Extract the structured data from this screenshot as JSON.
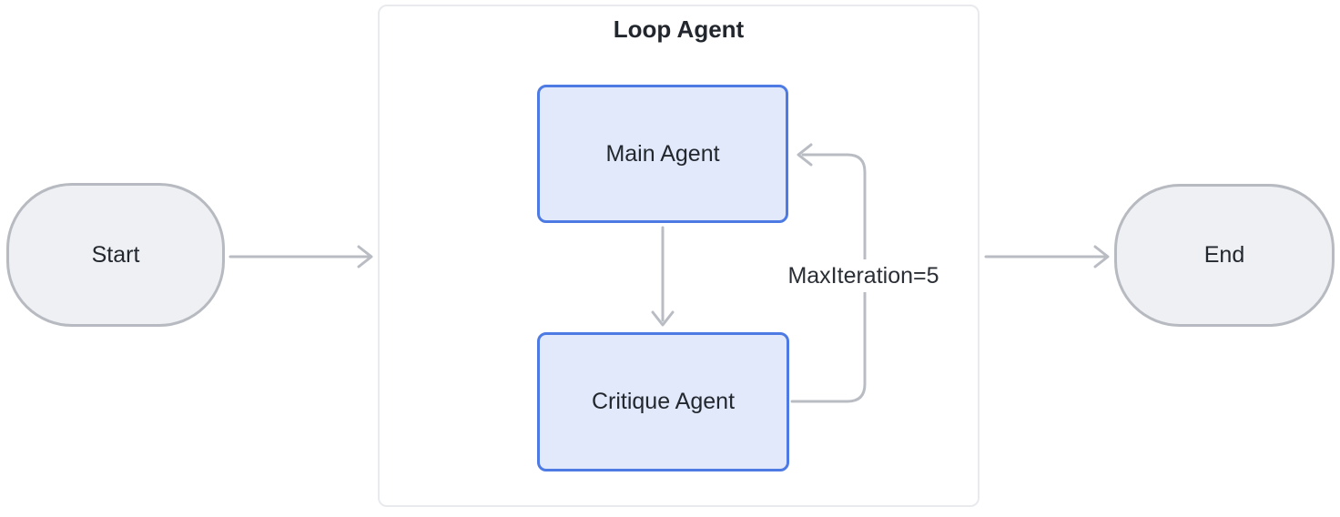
{
  "diagram": {
    "group_title": "Loop Agent",
    "nodes": {
      "start": {
        "label": "Start",
        "shape": "stadium"
      },
      "main_agent": {
        "label": "Main Agent",
        "shape": "rounded-rect"
      },
      "critique_agent": {
        "label": "Critique Agent",
        "shape": "rounded-rect"
      },
      "end": {
        "label": "End",
        "shape": "stadium"
      }
    },
    "edges": [
      {
        "from": "start",
        "to": "loop-agent-group",
        "label": ""
      },
      {
        "from": "main_agent",
        "to": "critique_agent",
        "label": ""
      },
      {
        "from": "critique_agent",
        "to": "main_agent",
        "label": "MaxIteration=5"
      },
      {
        "from": "loop-agent-group",
        "to": "end",
        "label": ""
      }
    ],
    "colors": {
      "terminal_fill": "#eef0f3",
      "terminal_border": "#b7bac0",
      "agent_fill": "#e1e9fb",
      "agent_border": "#4e7ae3",
      "group_border": "#e8eaee",
      "connector": "#b9bdc3",
      "text": "#23272e"
    }
  }
}
